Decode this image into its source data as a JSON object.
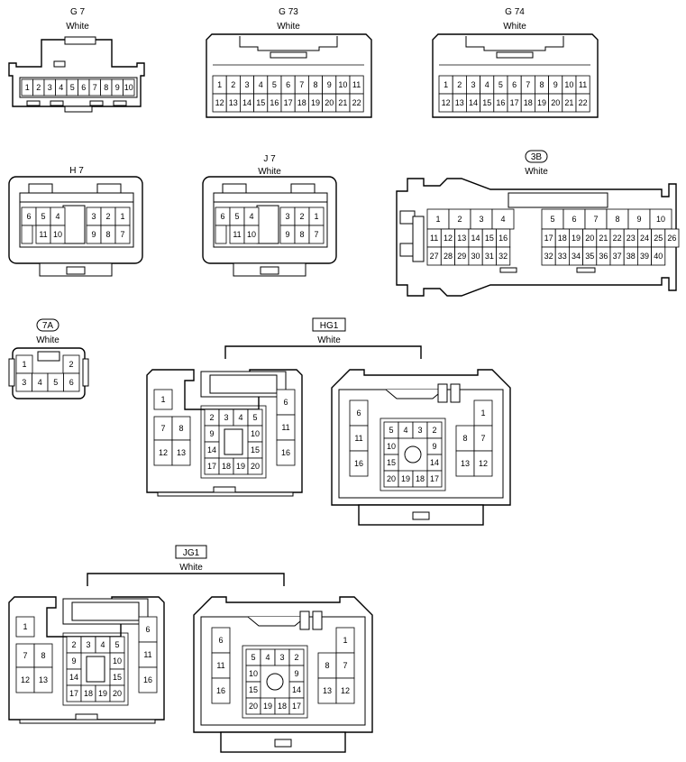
{
  "connectors": [
    {
      "id": "G 7",
      "color": "White",
      "pins": [
        "1",
        "2",
        "3",
        "4",
        "5",
        "6",
        "7",
        "8",
        "9",
        "10"
      ]
    },
    {
      "id": "G 73",
      "color": "White",
      "pins": [
        "1",
        "2",
        "3",
        "4",
        "5",
        "6",
        "7",
        "8",
        "9",
        "10",
        "11",
        "12",
        "13",
        "14",
        "15",
        "16",
        "17",
        "18",
        "19",
        "20",
        "21",
        "22"
      ]
    },
    {
      "id": "G 74",
      "color": "White",
      "pins": [
        "1",
        "2",
        "3",
        "4",
        "5",
        "6",
        "7",
        "8",
        "9",
        "10",
        "11",
        "12",
        "13",
        "14",
        "15",
        "16",
        "17",
        "18",
        "19",
        "20",
        "21",
        "22"
      ]
    },
    {
      "id": "H 7",
      "color": "White",
      "pins": [
        "6",
        "5",
        "4",
        "3",
        "2",
        "1",
        "11",
        "10",
        "9",
        "8",
        "7"
      ]
    },
    {
      "id": "J 7",
      "color": "White",
      "pins": [
        "6",
        "5",
        "4",
        "3",
        "2",
        "1",
        "11",
        "10",
        "9",
        "8",
        "7"
      ]
    },
    {
      "id": "3B",
      "color": "White",
      "pins": [
        "1",
        "2",
        "3",
        "4",
        "5",
        "6",
        "7",
        "8",
        "9",
        "10",
        "11",
        "12",
        "13",
        "14",
        "15",
        "16",
        "17",
        "18",
        "19",
        "20",
        "21",
        "22",
        "23",
        "24",
        "25",
        "26",
        "27",
        "28",
        "29",
        "30",
        "31",
        "32",
        "33",
        "34",
        "35",
        "36",
        "37",
        "38",
        "39",
        "40"
      ]
    },
    {
      "id": "7A",
      "color": "White",
      "pins": [
        "1",
        "2",
        "3",
        "4",
        "5",
        "6"
      ]
    }
  ],
  "groups": [
    {
      "id": "HG1",
      "color": "White",
      "male": [
        "1",
        "6",
        "7",
        "8",
        "11",
        "12",
        "13",
        "16",
        "2",
        "3",
        "4",
        "5",
        "9",
        "10",
        "14",
        "15",
        "17",
        "18",
        "19",
        "20"
      ],
      "female": [
        "6",
        "1",
        "11",
        "8",
        "7",
        "16",
        "13",
        "12",
        "5",
        "4",
        "3",
        "2",
        "10",
        "9",
        "15",
        "14",
        "20",
        "19",
        "18",
        "17"
      ]
    },
    {
      "id": "JG1",
      "color": "White",
      "male": [
        "1",
        "6",
        "7",
        "8",
        "11",
        "12",
        "13",
        "16",
        "2",
        "3",
        "4",
        "5",
        "9",
        "10",
        "14",
        "15",
        "17",
        "18",
        "19",
        "20"
      ],
      "female": [
        "6",
        "1",
        "11",
        "8",
        "7",
        "16",
        "13",
        "12",
        "5",
        "4",
        "3",
        "2",
        "10",
        "9",
        "15",
        "14",
        "20",
        "19",
        "18",
        "17"
      ]
    }
  ]
}
